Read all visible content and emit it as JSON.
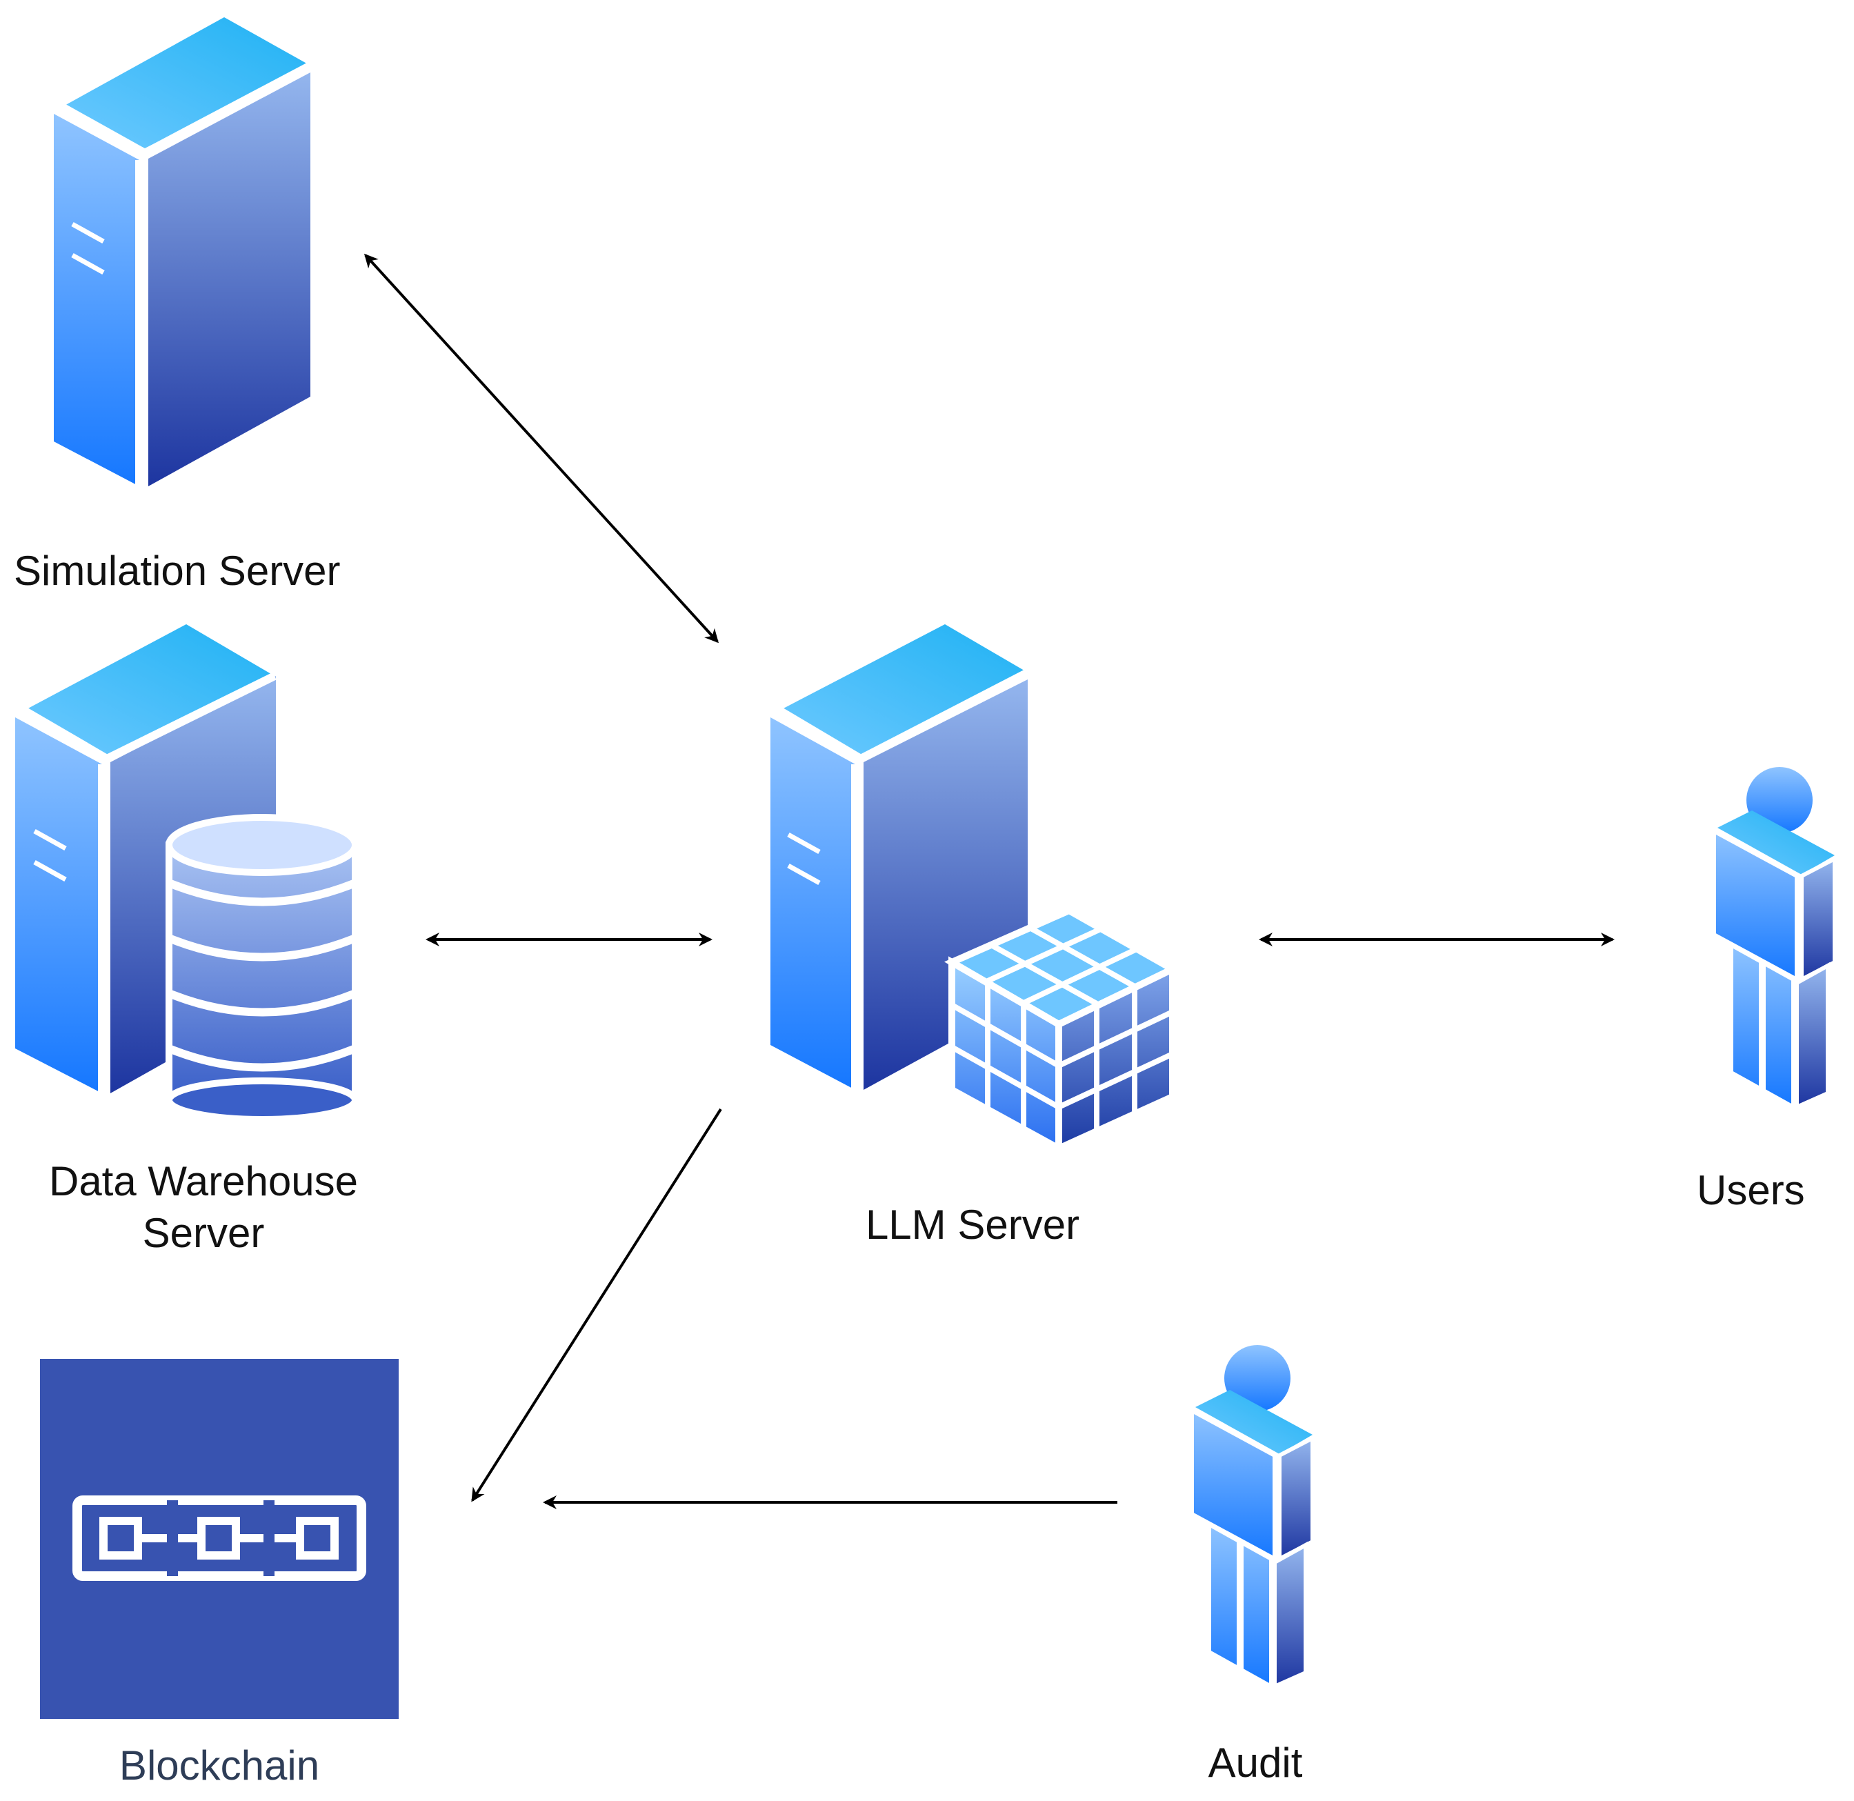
{
  "nodes": {
    "simulation_server": {
      "label": "Simulation Server",
      "icon": "server-icon"
    },
    "data_warehouse": {
      "label_line1": "Data Warehouse",
      "label_line2": "Server",
      "icon": "database-server-icon"
    },
    "llm_server": {
      "label": "LLM Server",
      "icon": "compute-server-icon"
    },
    "users": {
      "label": "Users",
      "icon": "user-icon"
    },
    "blockchain": {
      "label": "Blockchain",
      "icon": "blockchain-icon"
    },
    "audit": {
      "label": "Audit",
      "icon": "user-icon"
    }
  },
  "edges": [
    {
      "from": "simulation_server",
      "to": "llm_server",
      "direction": "both"
    },
    {
      "from": "data_warehouse",
      "to": "llm_server",
      "direction": "both"
    },
    {
      "from": "llm_server",
      "to": "users",
      "direction": "both"
    },
    {
      "from": "llm_server",
      "to": "blockchain",
      "direction": "forward"
    },
    {
      "from": "audit",
      "to": "blockchain",
      "direction": "forward"
    }
  ],
  "colors": {
    "server_top": "#27b4f5",
    "server_front_light": "#6fb0ff",
    "server_front_dark": "#1a6dff",
    "server_side_light": "#8ab2f0",
    "server_side_dark": "#1e3a9c",
    "blockchain_bg": "#3853b0",
    "arrow": "#000000"
  }
}
